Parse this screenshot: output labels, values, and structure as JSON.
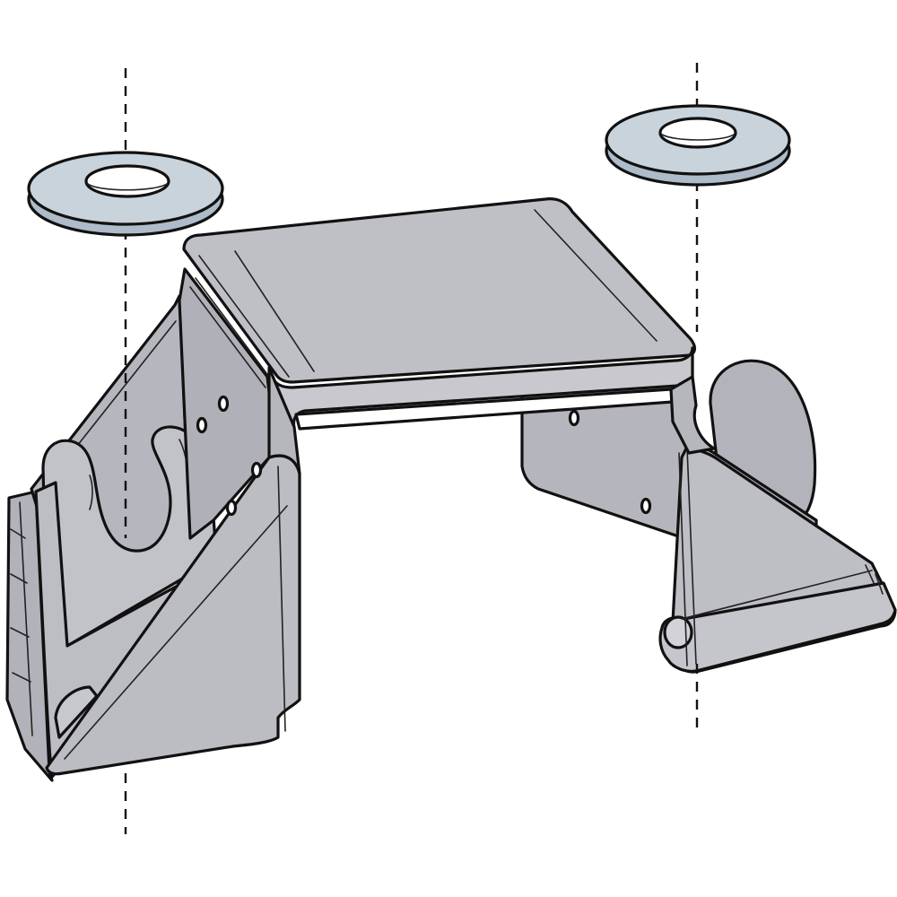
{
  "colors": {
    "background": "#ffffff",
    "steel_face": "#b9b9c0",
    "steel_shadow": "#a9a9b1",
    "washer": "#c9d3dc",
    "outline": "#111111"
  },
  "parts": [
    "washer",
    "washer",
    "bracket",
    "dashed-centerline",
    "dashed-centerline"
  ]
}
